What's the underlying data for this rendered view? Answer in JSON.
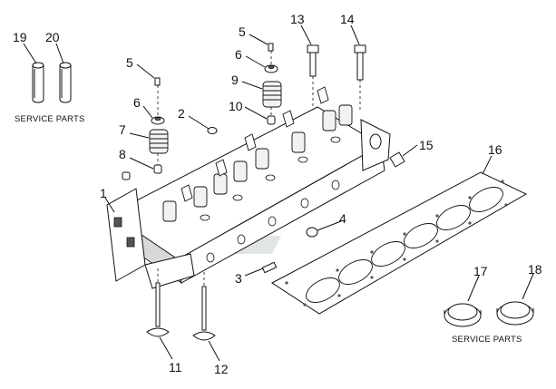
{
  "callouts": {
    "c1": "1",
    "c2": "2",
    "c3": "3",
    "c4": "4",
    "c5a": "5",
    "c5b": "5",
    "c6a": "6",
    "c6b": "6",
    "c7": "7",
    "c8": "8",
    "c9": "9",
    "c10": "10",
    "c11": "11",
    "c12": "12",
    "c13": "13",
    "c14": "14",
    "c15": "15",
    "c16": "16",
    "c17": "17",
    "c18": "18",
    "c19": "19",
    "c20": "20"
  },
  "service_parts_label_left": "SERVICE PARTS",
  "service_parts_label_right": "SERVICE PARTS"
}
